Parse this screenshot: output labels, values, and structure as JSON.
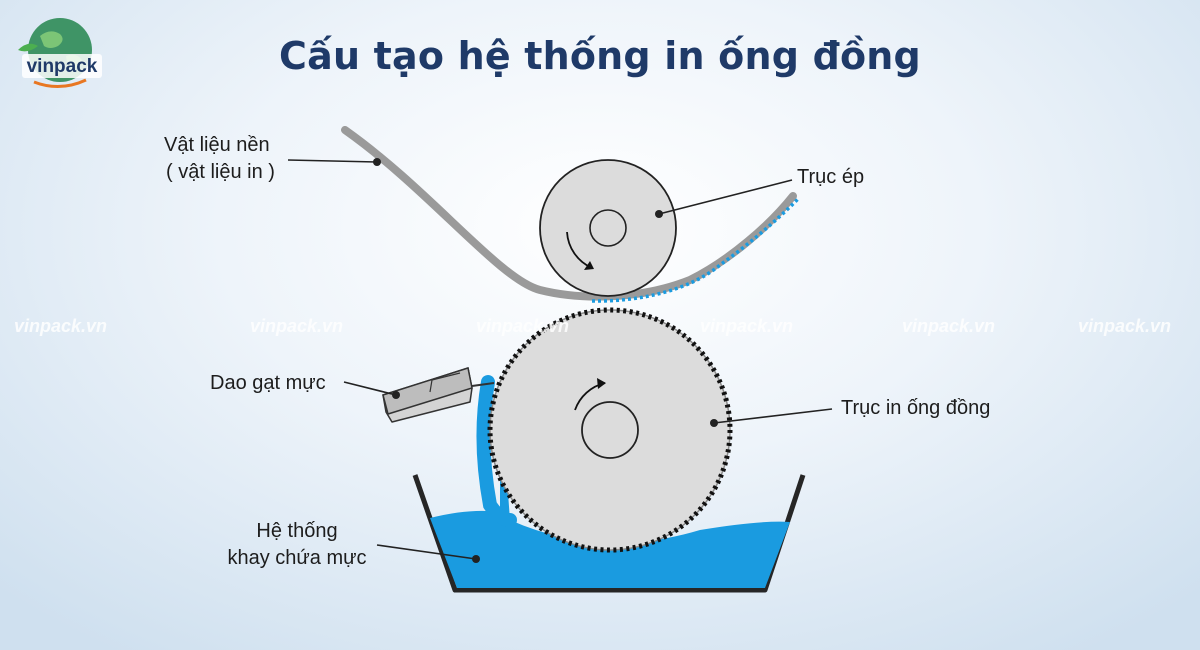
{
  "title": "Cấu tạo hệ thống in ống đồng",
  "logo": {
    "text": "vinpack",
    "icon": "globe-leaf-logo"
  },
  "labels": {
    "substrate_line1": "Vật liệu nền",
    "substrate_line2": "( vật liệu in )",
    "impression_roller": "Trục ép",
    "doctor_blade": "Dao gạt mực",
    "gravure_cylinder": "Trục in ống đồng",
    "ink_tray_line1": "Hệ thống",
    "ink_tray_line2": "khay chứa mực"
  },
  "watermark": "vinpack.vn",
  "colors": {
    "title": "#1f3a68",
    "ink": "#1a9be0",
    "roller_fill": "#dcdcdc",
    "substrate": "#9a9a9a"
  }
}
